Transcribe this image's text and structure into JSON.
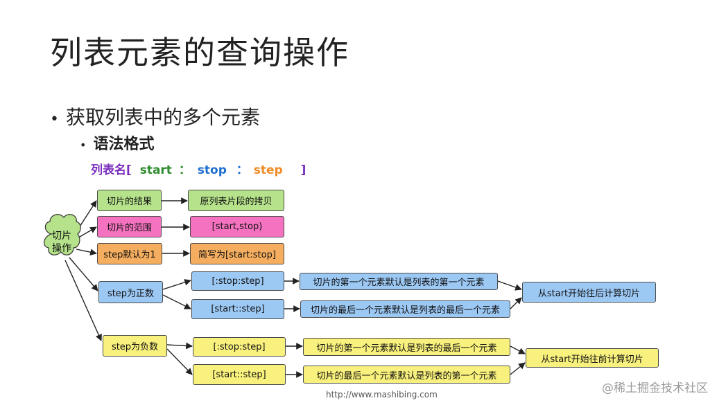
{
  "slide": {
    "title": "列表元素的查询操作",
    "bullet_1": "获取列表中的多个元素",
    "bullet_2": "语法格式",
    "bullet_glyph": "•"
  },
  "syntax": {
    "list_name": "列表名[",
    "start": "start",
    "colon_1": "：",
    "stop": "stop",
    "colon_2": "：",
    "step": "step",
    "close": "]",
    "colors": {
      "list_name": "#7b2fbe",
      "start": "#2e8b2e",
      "stop": "#1f6fd1",
      "step": "#f08a24"
    }
  },
  "diagram": {
    "root": "切片\n操作",
    "root_lines": [
      "切片",
      "操作"
    ],
    "nodes": {
      "result": "切片的结果",
      "result_desc": "原列表片段的拷贝",
      "range": "切片的范围",
      "range_desc": "[start,stop)",
      "step_default": "step默认为1",
      "step_default_desc": "简写为[start:stop]",
      "step_pos": "step为正数",
      "pos_a": "[:stop:step]",
      "pos_a_desc": "切片的第一个元素默认是列表的第一个元素",
      "pos_b": "[start::step]",
      "pos_b_desc": "切片的最后一个元素默认是列表的最后一个元素",
      "pos_result": "从start开始往后计算切片",
      "step_neg": "step为负数",
      "neg_a": "[:stop:step]",
      "neg_a_desc": "切片的第一个元素默认是列表的最后一个元素",
      "neg_b": "[start::step]",
      "neg_b_desc": "切片的最后一个元素默认是列表的第一个元素",
      "neg_result": "从start开始往前计算切片"
    },
    "colors": {
      "green": "#b5e28a",
      "pink": "#f472bf",
      "orange": "#f5ae5f",
      "blue": "#9cc8f4",
      "yellow": "#f9f17d"
    }
  },
  "footer": {
    "url": "http://www.mashibing.com",
    "watermark": "@稀土掘金技术社区"
  }
}
